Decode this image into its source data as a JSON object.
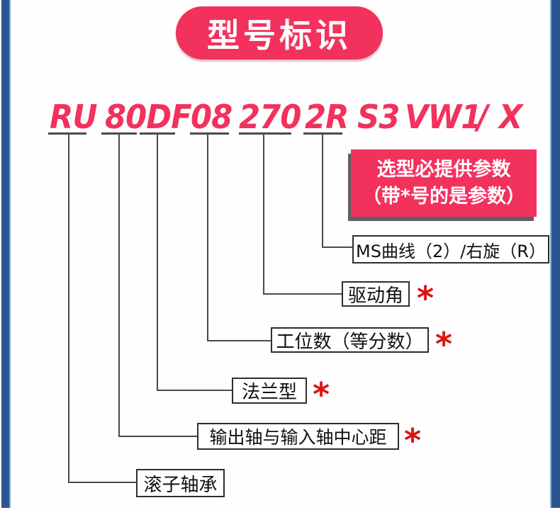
{
  "page": {
    "title_banner": "型号标识"
  },
  "model": {
    "full": "RU 80DF 08 270 2R S3 VW1 / X",
    "segments": [
      {
        "text": "RU"
      },
      {
        "text": "80DF"
      },
      {
        "text": "08"
      },
      {
        "text": "270"
      },
      {
        "text": "2R"
      },
      {
        "text": "S3"
      },
      {
        "text": "VW1"
      },
      {
        "text": "/"
      },
      {
        "text": "X"
      }
    ]
  },
  "callout": {
    "line1": "选型必提供参数",
    "line2": "（带*号的是参数）"
  },
  "labels": [
    {
      "label": "MS曲线（2）/右旋（R）",
      "star": ""
    },
    {
      "label": "驱动角",
      "star": "*"
    },
    {
      "label": "工位数（等分数）",
      "star": "*"
    },
    {
      "label": "法兰型",
      "star": "*"
    },
    {
      "label": "输出轴与输入轴中心距",
      "star": "*"
    },
    {
      "label": "滚子轴承",
      "star": ""
    }
  ],
  "colors": {
    "accent_pink": "#f3315d",
    "edge_blue": "#2b5591",
    "asterisk_red": "#dc1411",
    "line_gray": "#4a4a4a"
  }
}
